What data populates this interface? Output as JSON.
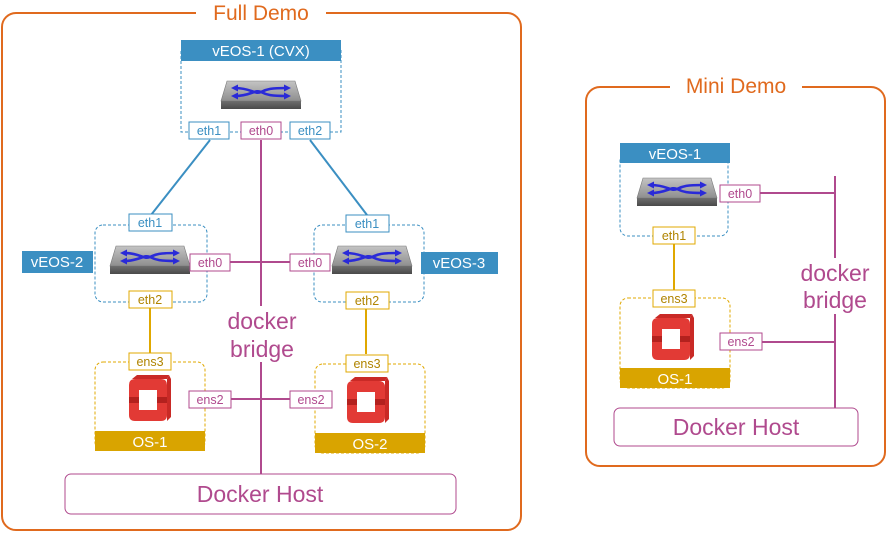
{
  "colors": {
    "frame": "#e06a1e",
    "veos": "#3b8fc2",
    "os": "#d9a400",
    "bridge": "#b04a8e",
    "os_icon": "#e23a35"
  },
  "icons": {
    "switch": "network-switch-icon",
    "openstack": "openstack-logo-icon"
  },
  "full_demo": {
    "title": "Full Demo",
    "veos1": {
      "label": "vEOS-1 (CVX)",
      "ports": [
        "eth1",
        "eth0",
        "eth2"
      ]
    },
    "veos2": {
      "label": "vEOS-2",
      "port_top": "eth1",
      "port_right": "eth0",
      "port_bottom": "eth2"
    },
    "veos3": {
      "label": "vEOS-3",
      "port_top": "eth1",
      "port_left": "eth0",
      "port_bottom": "eth2"
    },
    "os1": {
      "label": "OS-1",
      "port_top": "ens3",
      "port_right": "ens2"
    },
    "os2": {
      "label": "OS-2",
      "port_top": "ens3",
      "port_left": "ens2"
    },
    "bridge_label": [
      "docker",
      "bridge"
    ],
    "host_label": "Docker Host"
  },
  "mini_demo": {
    "title": "Mini Demo",
    "veos1": {
      "label": "vEOS-1",
      "port_right": "eth0",
      "port_bottom": "eth1"
    },
    "os1": {
      "label": "OS-1",
      "port_top": "ens3",
      "port_right": "ens2"
    },
    "bridge_label": [
      "docker",
      "bridge"
    ],
    "host_label": "Docker Host"
  }
}
